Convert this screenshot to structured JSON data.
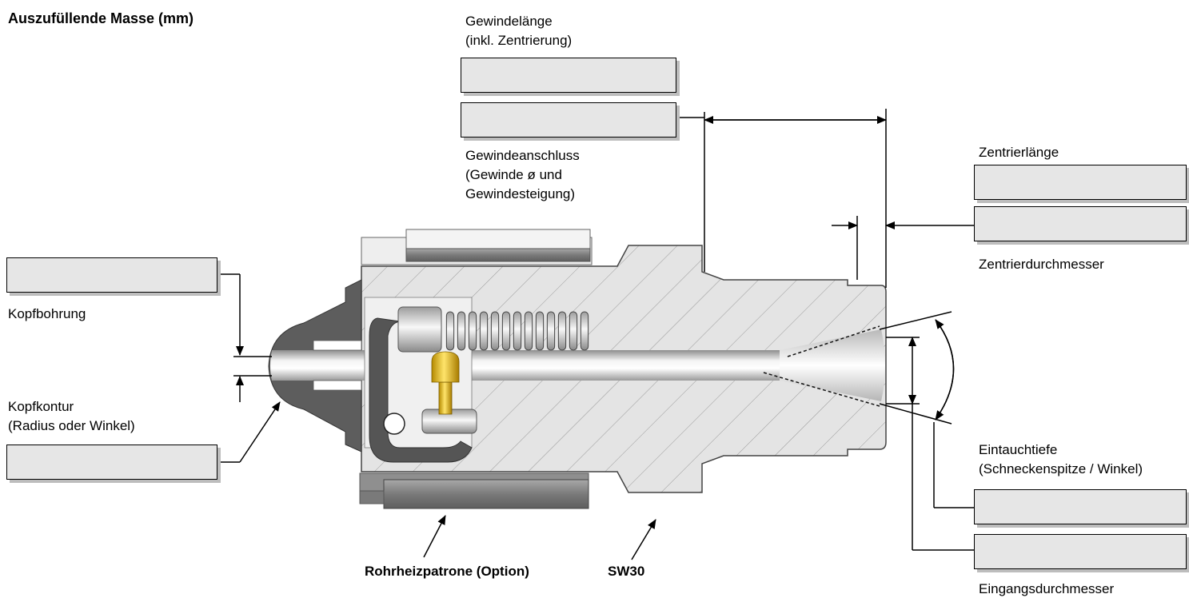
{
  "title": "Auszufüllende Masse (mm)",
  "labels": {
    "gewindelaenge_1": "Gewindelänge",
    "gewindelaenge_2": "(inkl. Zentrierung)",
    "gewindeanschluss_1": "Gewindeanschluss",
    "gewindeanschluss_2": "(Gewinde ø und",
    "gewindeanschluss_3": "Gewindesteigung)",
    "zentrierlaenge": "Zentrierlänge",
    "zentrierdurchmesser": "Zentrierdurchmesser",
    "kopfbohrung": "Kopfbohrung",
    "kopfkontur_1": "Kopfkontur",
    "kopfkontur_2": "(Radius oder Winkel)",
    "eintauchtiefe_1": "Eintauchtiefe",
    "eintauchtiefe_2": "(Schneckenspitze / Winkel)",
    "eingangsdurchmesser": "Eingangsdurchmesser",
    "rohrheizpatrone": "Rohrheizpatrone (Option)",
    "sw30": "SW30"
  },
  "fields": {
    "gewindelaenge": "",
    "gewindeanschluss": "",
    "zentrierlaenge": "",
    "zentrierdurchmesser": "",
    "kopfbohrung": "",
    "kopfkontur": "",
    "eintauchtiefe": "",
    "eingangsdurchmesser": ""
  },
  "colors": {
    "field_fill": "#e6e6e6",
    "field_shadow": "#bdbdbd",
    "body_fill": "#e4e4e4",
    "dark_part": "#555555",
    "heater_fill": "#8a8a8a",
    "pin_gold": "#e3b400"
  }
}
